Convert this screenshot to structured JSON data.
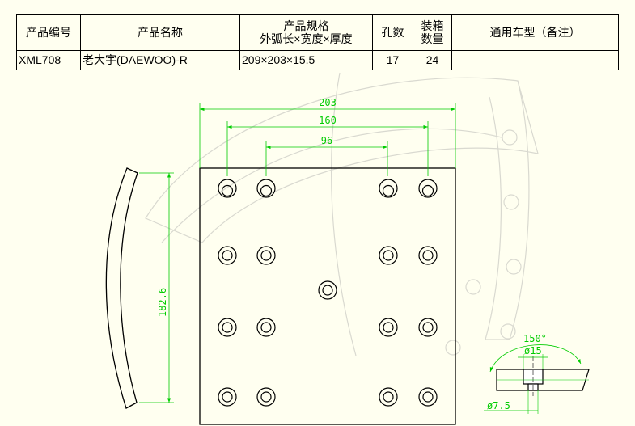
{
  "table": {
    "headers": {
      "code": "产品编号",
      "name": "产品名称",
      "spec_line1": "产品规格",
      "spec_line2": "外弧长×宽度×厚度",
      "holes": "孔数",
      "box_line1": "装箱",
      "box_line2": "数量",
      "vehicle": "通用车型（备注）"
    },
    "row": {
      "code": "XML708",
      "name": "老大宇(DAEWOO)-R",
      "spec": "209×203×15.5",
      "holes": "17",
      "box_qty": "24",
      "vehicle": ""
    }
  },
  "drawing": {
    "dims": {
      "width": "203",
      "outer_spacing": "160",
      "inner_spacing": "96",
      "height": "182.6",
      "angle": "150°",
      "counterbore": "ø15",
      "hole": "ø7.5"
    },
    "colors": {
      "dimension": "#00cc00",
      "outline": "#000000",
      "ghost": "#d9d9d0"
    }
  }
}
